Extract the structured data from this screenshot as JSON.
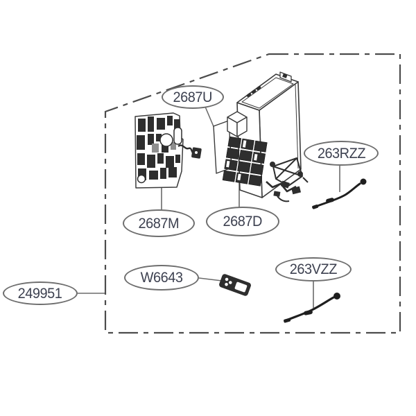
{
  "diagram": {
    "background_color": "#ffffff",
    "boundary_color": "#4c4c4c",
    "callout_border_color": "#6e6e6e",
    "callout_text_color": "#3d4150",
    "artwork_color": "#2e2e2e",
    "callouts": [
      {
        "part_number": "2687U"
      },
      {
        "part_number": "263RZZ"
      },
      {
        "part_number": "2687M"
      },
      {
        "part_number": "2687D"
      },
      {
        "part_number": "W6643"
      },
      {
        "part_number": "263VZZ"
      },
      {
        "part_number": "249951"
      }
    ]
  }
}
